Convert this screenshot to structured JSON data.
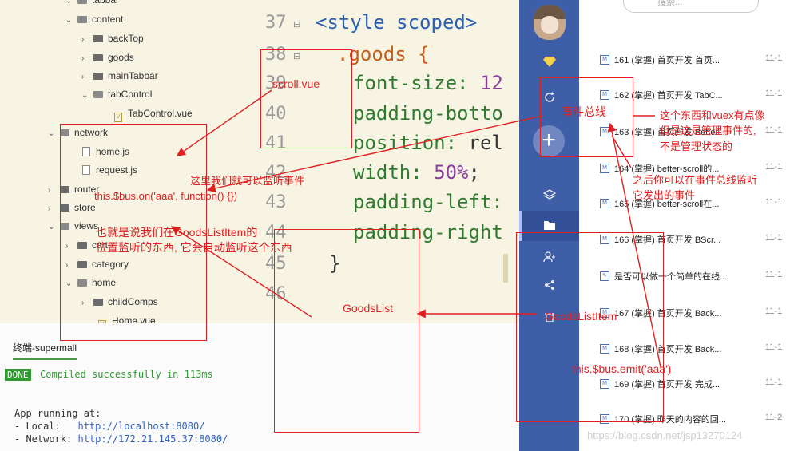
{
  "file_tree": {
    "items": [
      {
        "label": "tabbar",
        "kind": "folder",
        "state": "open"
      },
      {
        "label": "content",
        "kind": "folder",
        "state": "open"
      },
      {
        "label": "backTop",
        "kind": "folder",
        "state": "closed"
      },
      {
        "label": "goods",
        "kind": "folder",
        "state": "closed"
      },
      {
        "label": "mainTabbar",
        "kind": "folder",
        "state": "closed"
      },
      {
        "label": "tabControl",
        "kind": "folder",
        "state": "open"
      },
      {
        "label": "TabControl.vue",
        "kind": "vue"
      },
      {
        "label": "network",
        "kind": "folder",
        "state": "open"
      },
      {
        "label": "home.js",
        "kind": "js"
      },
      {
        "label": "request.js",
        "kind": "js"
      },
      {
        "label": "router",
        "kind": "folder",
        "state": "closed"
      },
      {
        "label": "store",
        "kind": "folder",
        "state": "closed"
      },
      {
        "label": "views",
        "kind": "folder",
        "state": "open"
      },
      {
        "label": "cart",
        "kind": "folder",
        "state": "closed"
      },
      {
        "label": "category",
        "kind": "folder",
        "state": "closed"
      },
      {
        "label": "home",
        "kind": "folder",
        "state": "open"
      },
      {
        "label": "childComps",
        "kind": "folder",
        "state": "closed"
      },
      {
        "label": "Home.vue",
        "kind": "vue"
      }
    ]
  },
  "editor": {
    "line_numbers": [
      "37",
      "38",
      "39",
      "40",
      "41",
      "42",
      "43",
      "44",
      "45",
      "46"
    ],
    "lines": [
      {
        "text": "<style scoped>",
        "cls": "kw-tag"
      },
      {
        "text": ".goods {",
        "cls": "kw-sel"
      },
      {
        "text": "font-size: 12",
        "cls": "kw-prop"
      },
      {
        "text": "padding-botto",
        "cls": "kw-prop"
      },
      {
        "text": "position: rel",
        "cls": "kw-prop"
      },
      {
        "text": "width: 50%;",
        "cls": "kw-prop"
      },
      {
        "text": "padding-left:",
        "cls": "kw-prop"
      },
      {
        "text": "padding-right",
        "cls": "kw-prop"
      },
      {
        "text": "}",
        "cls": "kw-plain"
      },
      {
        "text": "",
        "cls": "kw-plain"
      }
    ]
  },
  "terminal": {
    "tab_label": "终端-supermall",
    "done_badge": "DONE",
    "compiled_msg": "Compiled successfully in 113ms",
    "app_running": "App running at:",
    "local_label": "- Local:   ",
    "local_url": "http://localhost:8080/",
    "network_label": "- Network: ",
    "network_url": "http://172.21.145.37:8080/"
  },
  "browser_sidebar": {
    "icons": [
      "diamond-icon",
      "refresh-icon",
      "plus-icon",
      "layers-icon",
      "folder-icon",
      "users-icon",
      "share-icon",
      "trash-icon"
    ],
    "plus_label": "+"
  },
  "list_panel": {
    "search_placeholder": "搜索...",
    "items": [
      {
        "title": "161 (掌握) 首页开发 首页...",
        "date": "11-1",
        "icon": "M"
      },
      {
        "title": "162 (掌握) 首页开发 TabC...",
        "date": "11-1",
        "icon": "M"
      },
      {
        "title": "163 (掌握) 首页开发 Better...",
        "date": "11-1",
        "icon": "M"
      },
      {
        "title": "164 (掌握) better-scroll的...",
        "date": "11-1",
        "icon": "M"
      },
      {
        "title": "165 (掌握) better-scroll在...",
        "date": "11-1",
        "icon": "M"
      },
      {
        "title": "166 (掌握) 首页开发 BScr...",
        "date": "11-1",
        "icon": "M"
      },
      {
        "title": "是否可以做一个简单的在线...",
        "date": "11-1",
        "icon": "✎"
      },
      {
        "title": "167 (掌握) 首页开发 Back...",
        "date": "11-1",
        "icon": "M"
      },
      {
        "title": "168 (掌握) 首页开发 Back...",
        "date": "11-1",
        "icon": "M"
      },
      {
        "title": "169 (掌握) 首页开发 完成...",
        "date": "11-1",
        "icon": "M"
      },
      {
        "title": "170 (掌握) 昨天的内容的回...",
        "date": "11-2",
        "icon": "M"
      }
    ],
    "watermark": "https://blog.csdn.net/jsp13270124"
  },
  "annotations": {
    "scroll_vue": "scroll.vue",
    "event_bus": "事件总线",
    "vuex_note_1": "这个东西和vuex有点像",
    "vuex_note_2": "但是这是管理事件的,",
    "vuex_note_3": "不是管理状态的",
    "listen_note_1": "之后你可以在事件总线监听",
    "listen_note_2": "它发出的事件",
    "listen_here": "这里我们就可以监听事件",
    "bus_on": "this.$bus.on('aaa', function() {})",
    "goods_note_1": "也就是说我们在GoodsListItem的",
    "goods_note_2": "位置监听的东西, 它会自动监听这个东西",
    "goods_list": "GoodsList",
    "goods_list_item": "GoodsListItem",
    "bus_emit": "this.$bus.emit('aaa')"
  },
  "colors": {
    "annotation": "#e02020",
    "sidebar": "#3e5ea8",
    "done": "#2f9a2f"
  }
}
